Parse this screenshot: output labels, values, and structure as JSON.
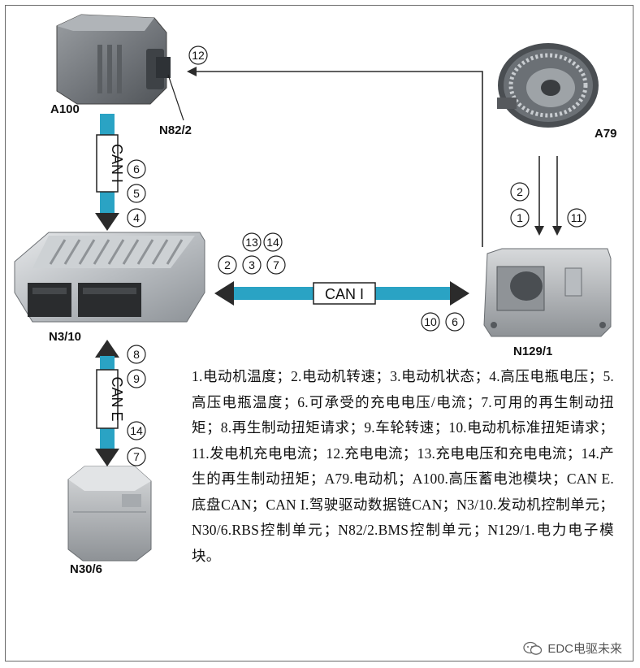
{
  "components": {
    "a100": "A100",
    "n82_2": "N82/2",
    "a79": "A79",
    "n3_10": "N3/10",
    "n129_1": "N129/1",
    "n30_6": "N30/6"
  },
  "buses": {
    "can_i_vertical": "CAN I",
    "can_i_horizontal": "CAN I",
    "can_e_vertical": "CAN E"
  },
  "signals": {
    "a100_to_n3": [
      "6",
      "5",
      "4"
    ],
    "n129_to_a100": [
      "12"
    ],
    "a79_to_n129_left": [
      "2",
      "1"
    ],
    "a79_to_n129_right": [
      "11"
    ],
    "can_i_top_row1": [
      "13",
      "14"
    ],
    "can_i_top_row2": [
      "2",
      "3",
      "7"
    ],
    "can_i_bottom": [
      "10",
      "6"
    ],
    "can_e_upper": [
      "8",
      "9"
    ],
    "can_e_lower": [
      "14",
      "7"
    ]
  },
  "legend_text": "1.电动机温度；2.电动机转速；3.电动机状态；4.高压电瓶电压；5.高压电瓶温度；6.可承受的充电电压/电流；7.可用的再生制动扭矩；8.再生制动扭矩请求；9.车轮转速；10.电动机标准扭矩请求；11.发电机充电电流；12.充电电流；13.充电电压和充电电流；14.产生的再生制动扭矩；A79.电动机；A100.高压蓄电池模块；CAN E.底盘CAN；CAN I.驾驶驱动数据链CAN；N3/10.发动机控制单元；N30/6.RBS控制单元；N82/2.BMS控制单元；N129/1.电力电子模块。",
  "watermark": "EDC电驱未来",
  "colors": {
    "can_bus_blue": "#2aa3c4",
    "frame": "#6a6a6a",
    "arrow": "#2b2b2b"
  },
  "icons": [
    "battery-module-icon",
    "electric-motor-icon",
    "engine-ecu-icon",
    "power-electronics-icon",
    "rbs-abs-unit-icon",
    "wechat-icon"
  ]
}
